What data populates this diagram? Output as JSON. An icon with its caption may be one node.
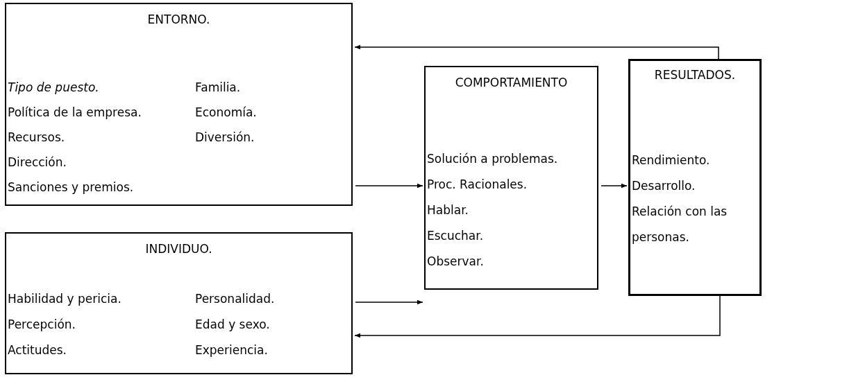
{
  "diagram": {
    "nodes": [
      {
        "text": [
          "ENTORNO.",
          "*Tipo de puesto.*",
          "Política de la empresa.",
          "Recursos.",
          "Dirección.",
          "Sanciones y premios.",
          "Familia.",
          "Economía.",
          "Diversión."
        ]
      },
      {
        "text": [
          "INDIVIDUO.",
          "Habilidad y pericia.",
          "Percepción.",
          "Actitudes.",
          "Personalidad.",
          "Edad y sexo.",
          "Experiencia."
        ]
      },
      {
        "text": [
          "COMPORTAMIENTO",
          "Solución a problemas.",
          "Proc. Racionales.",
          "Hablar.",
          "Escuchar.",
          "Observar."
        ]
      },
      {
        "text": [
          "RESULTADOS.",
          "Rendimiento.",
          "Desarrollo.",
          "Relación con las personas."
        ]
      }
    ],
    "edges": [
      {
        "from": 0,
        "to": 2,
        "arrow": "to"
      },
      {
        "from": 1,
        "to": 2,
        "arrow": "to"
      },
      {
        "from": 2,
        "to": 3,
        "arrow": "to"
      },
      {
        "from": 3,
        "to": 0,
        "arrow": "to"
      },
      {
        "from": 3,
        "to": 1,
        "arrow": "to"
      }
    ]
  }
}
